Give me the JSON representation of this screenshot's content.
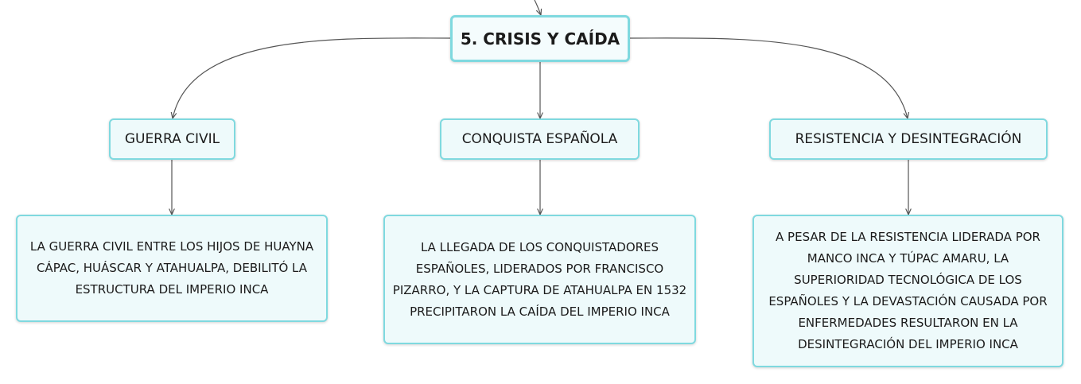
{
  "root": {
    "label": "5. CRISIS Y CAÍDA"
  },
  "branches": [
    {
      "label": "GUERRA CIVIL"
    },
    {
      "label": "CONQUISTA ESPAÑOLA"
    },
    {
      "label": "RESISTENCIA Y DESINTEGRACIÓN"
    }
  ],
  "details": [
    {
      "text": "LA GUERRA CIVIL ENTRE LOS HIJOS DE HUAYNA CÁPAC, HUÁSCAR Y ATAHUALPA, DEBILITÓ LA ESTRUCTURA DEL IMPERIO INCA"
    },
    {
      "text": "LA LLEGADA DE LOS CONQUISTADORES ESPAÑOLES, LIDERADOS POR FRANCISCO PIZARRO, Y LA CAPTURA DE ATAHUALPA EN 1532 PRECIPITARON LA CAÍDA DEL IMPERIO INCA"
    },
    {
      "text": "A PESAR DE LA RESISTENCIA LIDERADA POR MANCO INCA Y TÚPAC AMARU, LA SUPERIORIDAD TECNOLÓGICA DE LOS ESPAÑOLES Y LA DEVASTACIÓN CAUSADA POR ENFERMEDADES RESULTARON EN LA DESINTEGRACIÓN DEL IMPERIO INCA"
    }
  ],
  "colors": {
    "border": "#7fd9df",
    "fill": "#eefafb",
    "connector": "#555555"
  }
}
